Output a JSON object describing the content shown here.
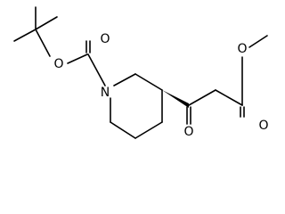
{
  "molecule": {
    "atoms": {
      "nitrogen": "N",
      "carbamate_ether_oxygen": "O",
      "carbamate_carbonyl_oxygen": "O",
      "ketone_oxygen": "O",
      "ester_carbonyl_oxygen": "O",
      "ester_ether_oxygen": "O"
    }
  },
  "colors": {
    "bond": "#000000",
    "background": "#ffffff"
  }
}
